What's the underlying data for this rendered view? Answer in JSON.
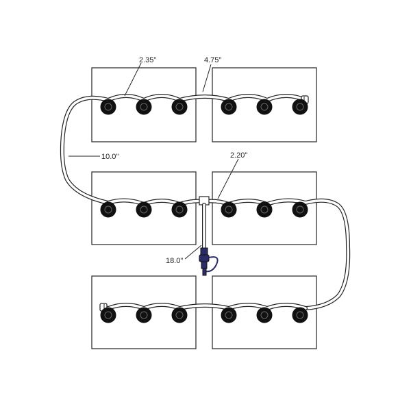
{
  "diagram": {
    "labels": {
      "spacing_a": "2.35\"",
      "spacing_b": "4.75\"",
      "spacing_c": "10.0\"",
      "spacing_d": "2.20\"",
      "spacing_e": "18.0\""
    },
    "colors": {
      "outline": "#222222",
      "cap": "#111111",
      "inlet_fitting": "#2b2b66"
    }
  }
}
